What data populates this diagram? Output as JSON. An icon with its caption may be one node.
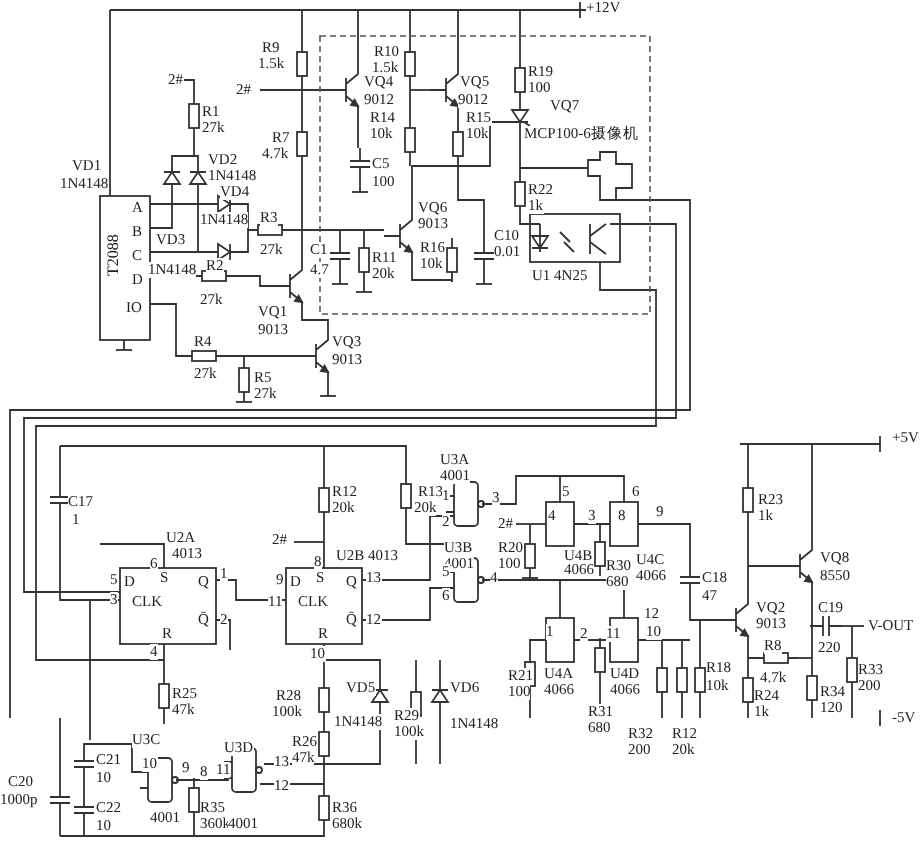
{
  "diagram": {
    "labels": [
      "+12V",
      "R9",
      "1.5k",
      "R10",
      "1.5k",
      "2#",
      "2#",
      "VQ4",
      "9012",
      "VQ5",
      "9012",
      "R19",
      "100",
      "VQ7",
      "MCP100-6摄像机",
      "R14",
      "10k",
      "R15",
      "10k",
      "R1",
      "27k",
      "R7",
      "4.7k",
      "VD1",
      "1N4148",
      "VD2",
      "1N4148",
      "C5",
      "100",
      "VD4",
      "VQ6",
      "9013",
      "R22",
      "1k",
      "1N4148",
      "R3",
      "27k",
      "C1",
      "4.7",
      "R11",
      "20k",
      "R16",
      "10k",
      "C10",
      "0.01",
      "VD3",
      "1N4148",
      "R2",
      "27k",
      "U1 4N25",
      "VQ1",
      "9013",
      "R4",
      "27k",
      "VQ3",
      "9013",
      "R5",
      "27k",
      "+5V",
      "U3A",
      "4001",
      "C17",
      "1",
      "R12",
      "20k",
      "R13",
      "20k",
      "1",
      "2",
      "3",
      "R23",
      "1k",
      "5",
      "6",
      "9",
      "2#",
      "4",
      "3",
      "8",
      "2#",
      "R20",
      "100",
      "U4B",
      "4066",
      "R30",
      "680",
      "U4C",
      "4066",
      "U3B",
      "4001",
      "VQ8",
      "8550",
      "6",
      "5",
      "3",
      "1",
      "2",
      "4",
      "8",
      "9",
      "11",
      "13",
      "12",
      "10",
      "5",
      "6",
      "4",
      "C18",
      "47",
      "VQ2",
      "9013",
      "C19",
      "220",
      "V-OUT",
      "12",
      "1",
      "2",
      "11",
      "10",
      "R8",
      "4.7k",
      "R18",
      "10k",
      "R21",
      "100",
      "U4A",
      "4066",
      "U4D",
      "4066",
      "R24",
      "1k",
      "R34",
      "120",
      "R33",
      "200",
      "R25",
      "47k",
      "R28",
      "100k",
      "VD5",
      "1N4148",
      "VD6",
      "1N4148",
      "R29",
      "100k",
      "-5V",
      "R31",
      "680",
      "R32",
      "200",
      "R12",
      "20k",
      "U3C",
      "R26",
      "47k",
      "U3D",
      "10",
      "9",
      "8",
      "13",
      "11",
      "12",
      "C21",
      "10",
      "C20",
      "1000p",
      "C22",
      "10",
      "R35",
      "360k",
      "R36",
      "680k",
      "4001",
      "4001",
      "T2088",
      "A",
      "B",
      "C",
      "D",
      "IO",
      "U2A",
      "4013",
      "D",
      "S",
      "Q",
      "CLK",
      "Q̄",
      "R",
      "U2B 4013",
      "D",
      "S",
      "Q",
      "CLK",
      "Q̄",
      "R"
    ]
  }
}
